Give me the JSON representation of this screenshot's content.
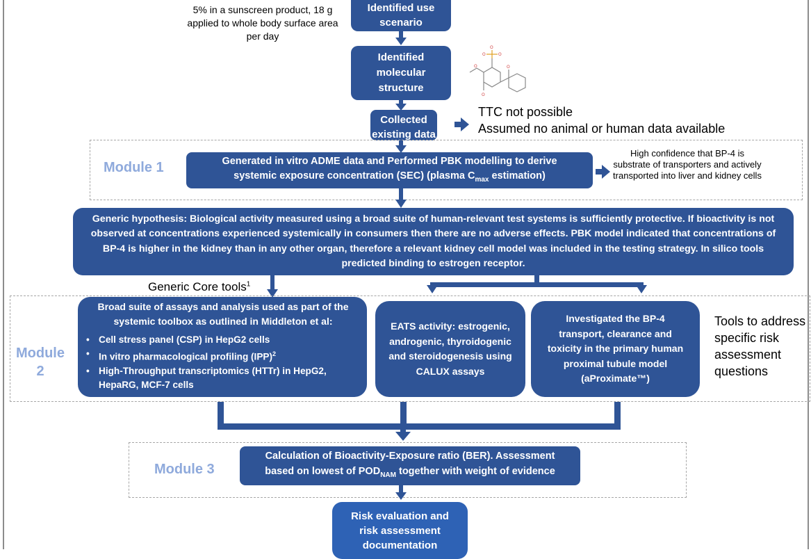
{
  "scenario_note": "5% in a sunscreen product, 18 g applied to whole body surface area per day",
  "step_use": "Identified use scenario",
  "step_structure": "Identified molecular structure",
  "step_existing": "Collected existing data",
  "ttc_note_1": "TTC not possible",
  "ttc_note_2": "Assumed no animal or human data available",
  "module1": {
    "label": "Module 1",
    "box_line1": "Generated in vitro ADME data and Performed PBK modelling to derive",
    "box_line2_pre": "systemic exposure concentration (SEC) (plasma C",
    "box_line2_sub": "max",
    "box_line2_post": " estimation)",
    "note": "High confidence that BP-4 is substrate of transporters and actively transported into liver and kidney cells"
  },
  "hypothesis": "Generic hypothesis: Biological activity measured using a broad suite of human-relevant test systems is sufficiently protective. If bioactivity is not observed at concentrations experienced systemically in consumers then there are no adverse effects. PBK model indicated that concentrations of BP-4 is higher in the kidney than in any other organ, therefore a relevant kidney cell model was included in the testing strategy. In silico tools predicted binding to estrogen receptor.",
  "core_tools": {
    "text": "Generic Core tools",
    "sup": "1"
  },
  "module2": {
    "label": "Module 2",
    "left_title": "Broad suite of assays and analysis used as part of the systemic toolbox as outlined in Middleton et al:",
    "bullets": [
      {
        "text": "Cell stress panel (CSP) in HepG2 cells",
        "sup": ""
      },
      {
        "text": "In vitro pharmacological profiling (IPP)",
        "sup": "2"
      },
      {
        "text": "High-Throughput transcriptomics (HTTr) in HepG2, HepaRG, MCF-7 cells",
        "sup": ""
      }
    ],
    "eats": "EATS activity: estrogenic, androgenic, thyroidogenic and steroidogenesis using CALUX assays",
    "transport": "Investigated the BP-4 transport, clearance and toxicity in the primary human proximal tubule model (aProximate™)",
    "specific_note": "Tools to address specific risk assessment questions"
  },
  "module3": {
    "label": "Module 3",
    "line1": "Calculation of Bioactivity-Exposure ratio (BER). Assessment",
    "line2_pre": "based on lowest of POD",
    "line2_sub": "NAM",
    "line2_post": " together with weight of evidence"
  },
  "final": "Risk evaluation and risk assessment documentation",
  "colors": {
    "box": "#2f5496",
    "module_label": "#8faadc",
    "dash": "#a6a6a6"
  }
}
